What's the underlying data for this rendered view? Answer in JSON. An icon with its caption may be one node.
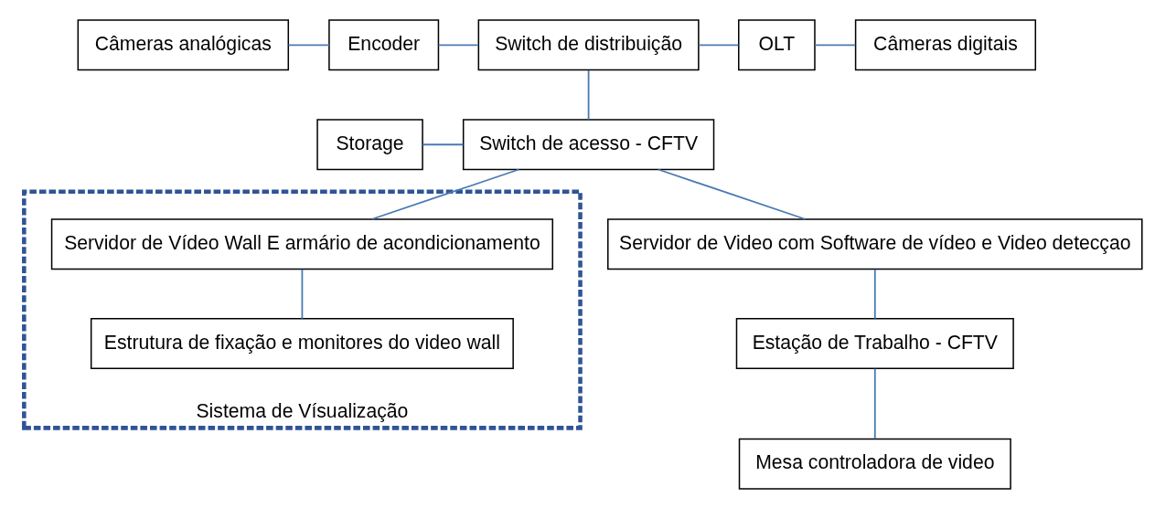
{
  "diagram": {
    "nodes": [
      {
        "text": [
          "Câmeras analógicas"
        ]
      },
      {
        "text": [
          "Encoder"
        ]
      },
      {
        "text": [
          "Switch de distribuição"
        ]
      },
      {
        "text": [
          "OLT"
        ]
      },
      {
        "text": [
          "Câmeras digitais"
        ]
      },
      {
        "text": [
          "Storage"
        ]
      },
      {
        "text": [
          "Switch de acesso - CFTV"
        ]
      },
      {
        "text": [
          "Estação de Trabalho - CFTV"
        ]
      },
      {
        "text": [
          "Servidor de Video com Software de vídeo e Video detecçao"
        ]
      },
      {
        "text": [
          "Mesa controladora de video"
        ]
      },
      {
        "text": [
          "Sistema de Vísualização"
        ]
      },
      {
        "text": [
          "Servidor de Vídeo Wall E armário de acondicionamento"
        ],
        "in": 10
      },
      {
        "text": [
          "Estrutura de fixação e monitores do video wall"
        ],
        "in": 10
      }
    ],
    "edges": [
      {
        "from": 0,
        "to": 1,
        "arrow": "none"
      },
      {
        "from": 1,
        "to": 2,
        "arrow": "none"
      },
      {
        "from": 2,
        "to": 3,
        "arrow": "none"
      },
      {
        "from": 3,
        "to": 4,
        "arrow": "none"
      },
      {
        "from": 2,
        "to": 6,
        "arrow": "none"
      },
      {
        "from": 5,
        "to": 6,
        "arrow": "none"
      },
      {
        "from": 6,
        "to": 8,
        "arrow": "none"
      },
      {
        "from": 6,
        "to": 11,
        "arrow": "none"
      },
      {
        "from": 8,
        "to": 7,
        "arrow": "none"
      },
      {
        "from": 7,
        "to": 9,
        "arrow": "none"
      },
      {
        "from": 11,
        "to": 12,
        "arrow": "none"
      }
    ]
  }
}
